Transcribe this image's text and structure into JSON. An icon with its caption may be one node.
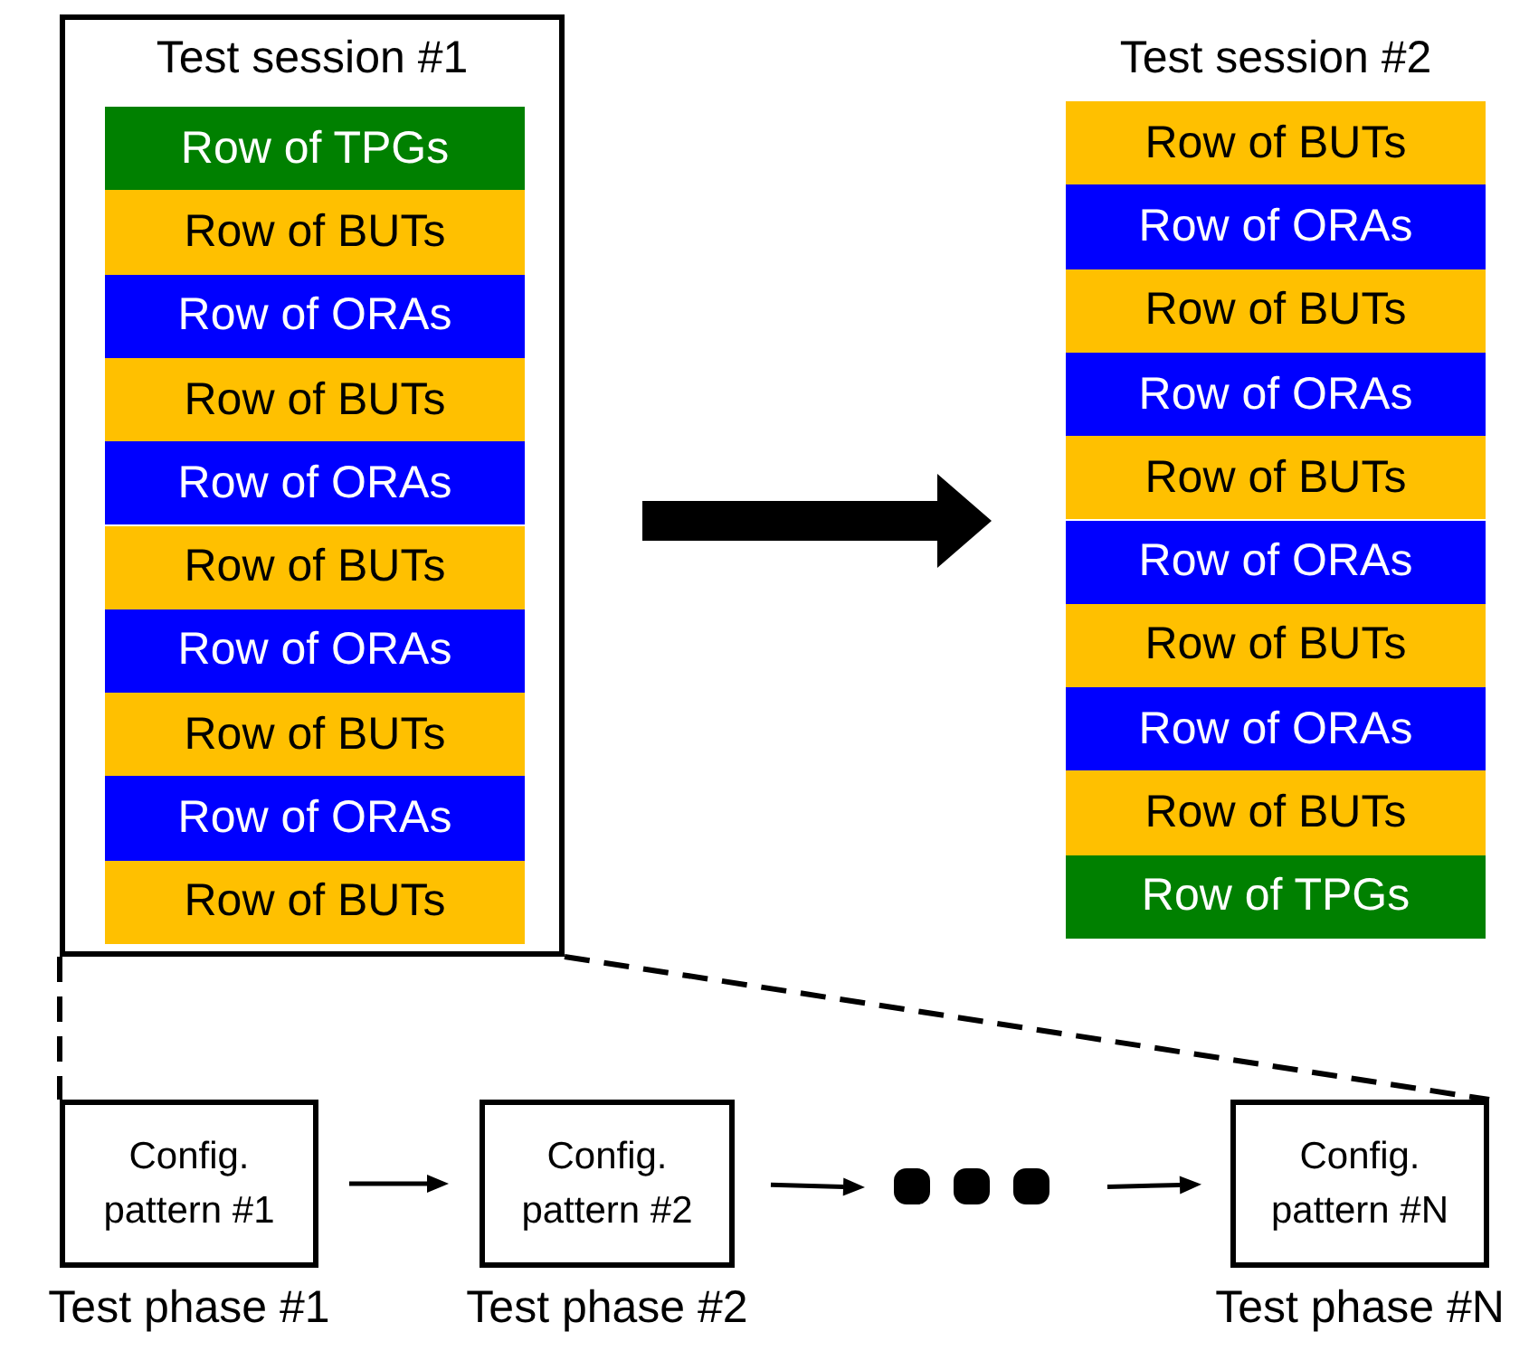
{
  "diagram": {
    "nodes": [
      {
        "text": [
          "Test session #1"
        ]
      },
      {
        "text": [
          "Row of TPGs"
        ],
        "in": 0
      },
      {
        "text": [
          "Row of BUTs"
        ],
        "in": 0
      },
      {
        "text": [
          "Row of ORAs"
        ],
        "in": 0
      },
      {
        "text": [
          "Row of BUTs"
        ],
        "in": 0
      },
      {
        "text": [
          "Row of ORAs"
        ],
        "in": 0
      },
      {
        "text": [
          "Row of BUTs"
        ],
        "in": 0
      },
      {
        "text": [
          "Row of ORAs"
        ],
        "in": 0
      },
      {
        "text": [
          "Row of BUTs"
        ],
        "in": 0
      },
      {
        "text": [
          "Row of ORAs"
        ],
        "in": 0
      },
      {
        "text": [
          "Row of BUTs"
        ],
        "in": 0
      },
      {
        "text": [
          "Test session #2"
        ]
      },
      {
        "text": [
          "Row of BUTs"
        ],
        "in": 11
      },
      {
        "text": [
          "Row of ORAs"
        ],
        "in": 11
      },
      {
        "text": [
          "Row of BUTs"
        ],
        "in": 11
      },
      {
        "text": [
          "Row of ORAs"
        ],
        "in": 11
      },
      {
        "text": [
          "Row of BUTs"
        ],
        "in": 11
      },
      {
        "text": [
          "Row of ORAs"
        ],
        "in": 11
      },
      {
        "text": [
          "Row of BUTs"
        ],
        "in": 11
      },
      {
        "text": [
          "Row of ORAs"
        ],
        "in": 11
      },
      {
        "text": [
          "Row of BUTs"
        ],
        "in": 11
      },
      {
        "text": [
          "Row of TPGs"
        ],
        "in": 11
      },
      {
        "text": [
          "Config. pattern #1"
        ],
        "beside": [
          "Test phase #1"
        ]
      },
      {
        "text": [
          "Config. pattern #2"
        ],
        "beside": [
          "Test phase #2"
        ]
      },
      {
        "text": [],
        "shape": "dots"
      },
      {
        "text": [
          "Config. pattern #N"
        ],
        "beside": [
          "Test phase #N"
        ]
      }
    ],
    "edges": [
      {
        "from": 0,
        "to": 11,
        "arrow": "to",
        "style": "thick"
      },
      {
        "from": 0,
        "to": 22,
        "arrow": "none",
        "style": "dashed"
      },
      {
        "from": 0,
        "to": 25,
        "arrow": "none",
        "style": "dashed"
      },
      {
        "from": 22,
        "to": 23,
        "arrow": "to"
      },
      {
        "from": 23,
        "to": 24,
        "arrow": "to"
      },
      {
        "from": 24,
        "to": 25,
        "arrow": "to"
      }
    ]
  }
}
